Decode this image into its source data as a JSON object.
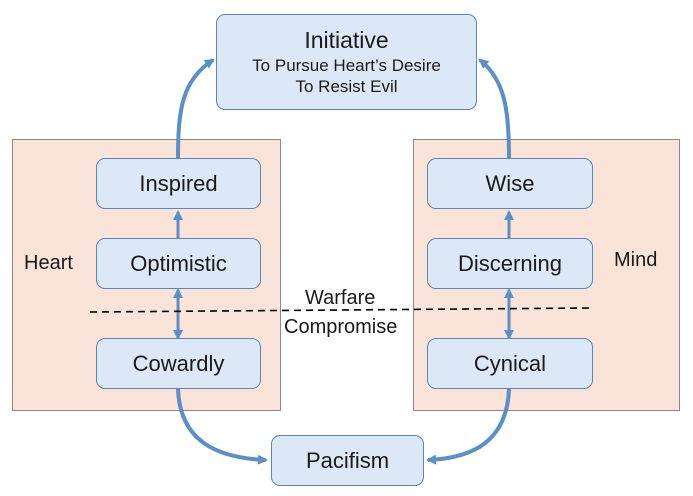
{
  "colors": {
    "panel_fill": "#fae3d8",
    "node_fill": "#dce8f5",
    "node_border": "#5a86b8",
    "arrow": "#5b8fc7"
  },
  "initiative": {
    "title": "Initiative",
    "line1": "To Pursue Heart’s Desire",
    "line2": "To Resist Evil"
  },
  "heart": {
    "label": "Heart",
    "inspired": "Inspired",
    "optimistic": "Optimistic",
    "cowardly": "Cowardly"
  },
  "mind": {
    "label": "Mind",
    "wise": "Wise",
    "discerning": "Discerning",
    "cynical": "Cynical"
  },
  "divider": {
    "above": "Warfare",
    "below": "Compromise"
  },
  "pacifism": "Pacifism"
}
